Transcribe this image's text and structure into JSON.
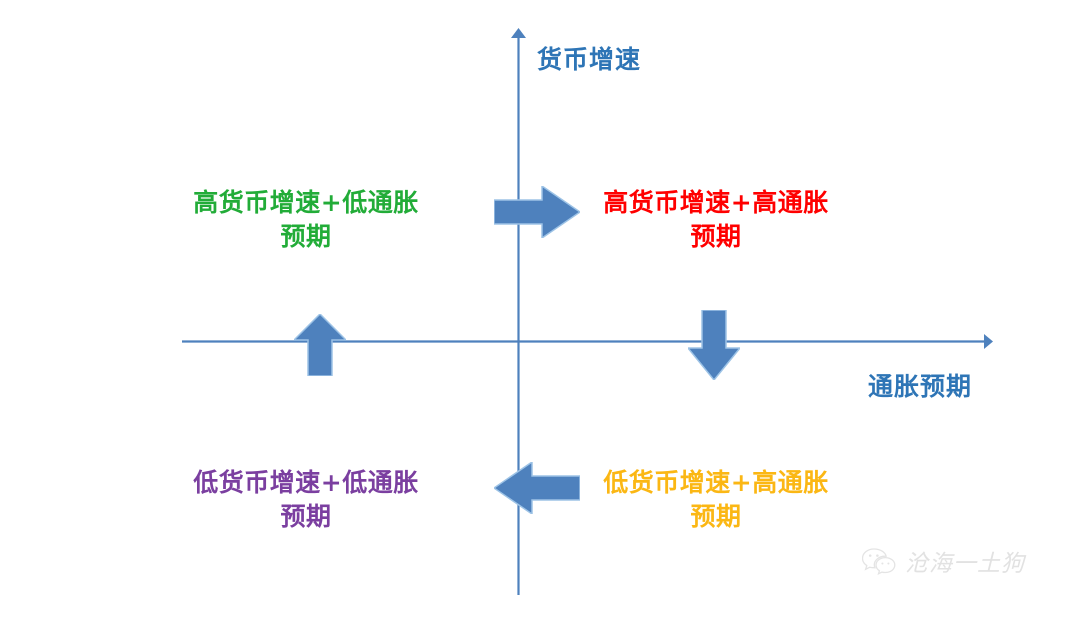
{
  "chart_data": {
    "type": "diagram",
    "subtype": "four-quadrant-matrix",
    "title": "",
    "xlabel": "通胀预期",
    "ylabel": "货币增速",
    "background": "#ffffff",
    "axis_color": "#4E81BD",
    "arrow_color": "#4E81BD",
    "quadrants": [
      {
        "id": "q1",
        "position": "top-right",
        "label": "高货币增速+高通胀\n预期",
        "color": "#FF0000",
        "x_state": "high",
        "y_state": "high"
      },
      {
        "id": "q2",
        "position": "top-left",
        "label": "高货币增速+低通胀\n预期",
        "color": "#22AC38",
        "x_state": "low",
        "y_state": "high"
      },
      {
        "id": "q3",
        "position": "bottom-left",
        "label": "低货币增速+低通胀\n预期",
        "color": "#7B3FA0",
        "x_state": "low",
        "y_state": "low"
      },
      {
        "id": "q4",
        "position": "bottom-right",
        "label": "低货币增速+高通胀\n预期",
        "color": "#FBB714",
        "x_state": "high",
        "y_state": "low"
      }
    ],
    "transition_arrows": [
      {
        "id": "arrow-right",
        "direction": "right",
        "from_quadrant": "q2",
        "to_quadrant": "q1"
      },
      {
        "id": "arrow-left",
        "direction": "left",
        "from_quadrant": "q4",
        "to_quadrant": "q3"
      },
      {
        "id": "arrow-up",
        "direction": "up",
        "from_quadrant": "q3",
        "to_quadrant": "q2"
      },
      {
        "id": "arrow-down",
        "direction": "down",
        "from_quadrant": "q1",
        "to_quadrant": "q4"
      }
    ],
    "axes": {
      "x": {
        "label": "通胀预期",
        "color": "#4E81BD",
        "arrowhead": "right-end"
      },
      "y": {
        "label": "货币增速",
        "color": "#4E81BD",
        "arrowhead": "top-end"
      }
    }
  },
  "watermark": {
    "text": "沧海一土狗",
    "icon": "wechat-icon",
    "color": "#e2e2e2"
  }
}
